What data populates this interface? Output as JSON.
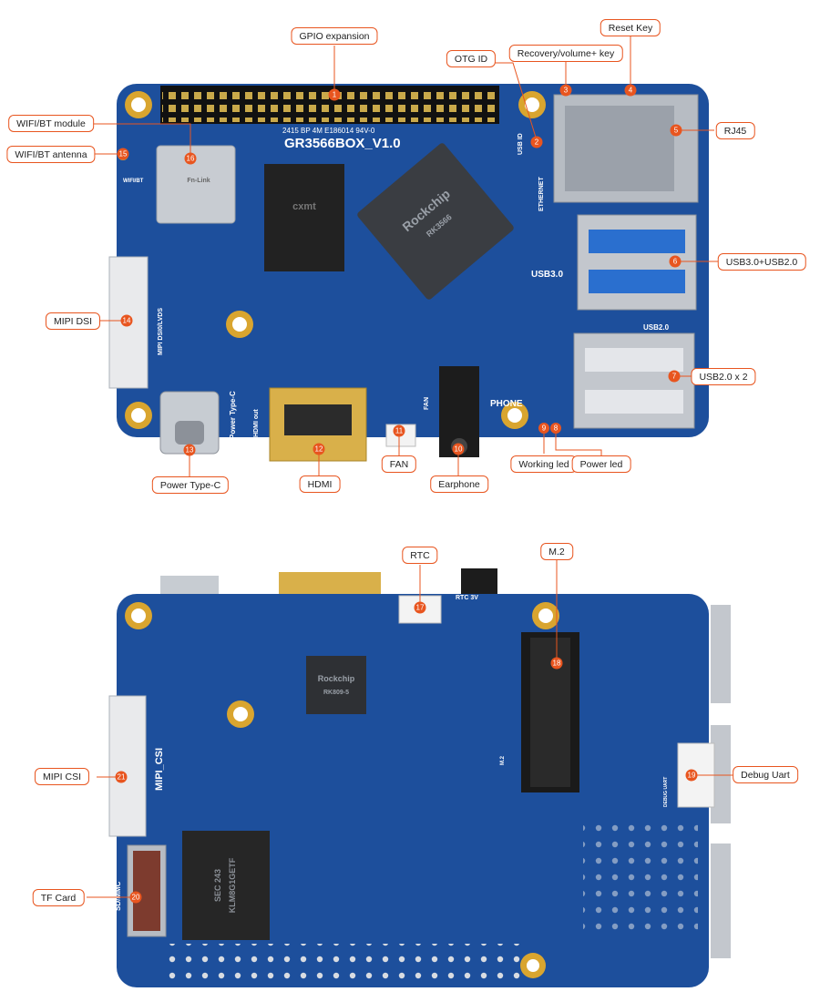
{
  "labels": {
    "gpio": "GPIO expansion",
    "reset": "Reset Key",
    "otg": "OTG ID",
    "recovery": "Recovery/volume+ key",
    "wifi_module": "WIFI/BT module",
    "wifi_antenna": "WIFI/BT antenna",
    "rj45": "RJ45",
    "usb3": "USB3.0+USB2.0",
    "mipi_dsi": "MIPI DSI",
    "usb2": "USB2.0 x 2",
    "power_typec": "Power Type-C",
    "hdmi": "HDMI",
    "fan": "FAN",
    "earphone": "Earphone",
    "working_led": "Working led",
    "power_led": "Power led",
    "rtc": "RTC",
    "m2": "M.2",
    "mipi_csi": "MIPI CSI",
    "debug_uart": "Debug Uart",
    "tf_card": "TF Card"
  },
  "numbers": [
    "1",
    "2",
    "3",
    "4",
    "5",
    "6",
    "7",
    "8",
    "9",
    "10",
    "11",
    "12",
    "13",
    "14",
    "15",
    "16",
    "17",
    "18",
    "19",
    "20",
    "21"
  ],
  "silkscreen": {
    "board_name": "GR3566BOX_V1.0",
    "board_code": "2415  BP 4M E186014 94V-0",
    "soc_brand": "Rockchip",
    "soc_model": "RK3566",
    "pmic_brand": "Rockchip",
    "pmic_model": "RK809-5",
    "wifi_chip": "Fn-Link",
    "ram_brand": "cxmt",
    "usb3_text": "USB3.0",
    "usb2_text": "USB2.0",
    "phone_text": "PHONE",
    "hdmi_out": "HDMI out",
    "power_typec": "Power Type-C",
    "fan_text": "FAN",
    "ethernet": "ETHERNET",
    "usb_id": "USB ID",
    "wifi_bt": "WIFI/BT",
    "mipi_dsi": "MIPI DSI0/LVDS",
    "mipi_csi": "MIPI_CSI",
    "sd_mmc": "SD/MMC",
    "m2": "M.2",
    "debug_uart": "DEBUG UART",
    "rtc": "RTC 3V",
    "emmc_brand": "SEC 243",
    "emmc_model": "KLM8G1GETF"
  },
  "colors": {
    "pcb": "#1d4f9c",
    "accent": "#e8551f"
  }
}
